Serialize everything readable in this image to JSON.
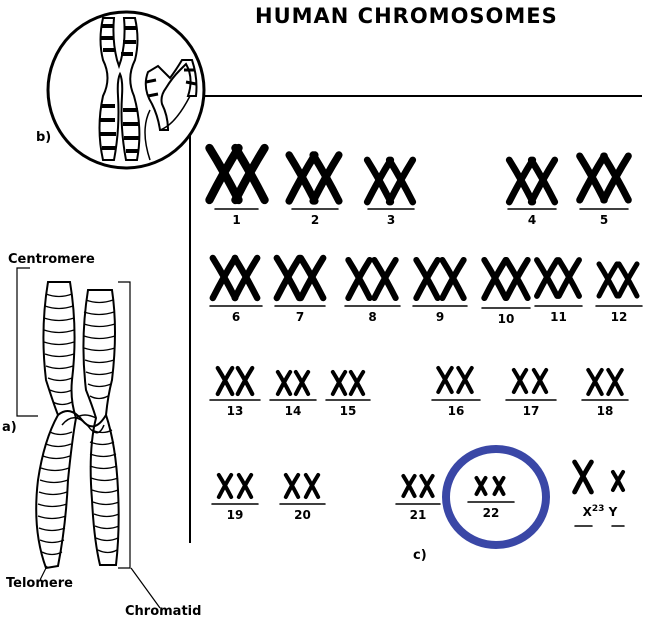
{
  "title": "HUMAN CHROMOSOMES",
  "panels": {
    "a": "a)",
    "b": "b)",
    "c": "c)"
  },
  "labels": {
    "centromere": "Centromere",
    "telomere": "Telomere",
    "chromatid": "Chromatid"
  },
  "karyotype": {
    "pairs": [
      "1",
      "2",
      "3",
      "4",
      "5",
      "6",
      "7",
      "8",
      "9",
      "10",
      "11",
      "12",
      "13",
      "14",
      "15",
      "16",
      "17",
      "18",
      "19",
      "20",
      "21",
      "22"
    ],
    "sex": {
      "x": "X",
      "superscript": "23",
      "y": "Y"
    }
  },
  "highlight": {
    "target": "22",
    "color": "#3a47a6"
  }
}
